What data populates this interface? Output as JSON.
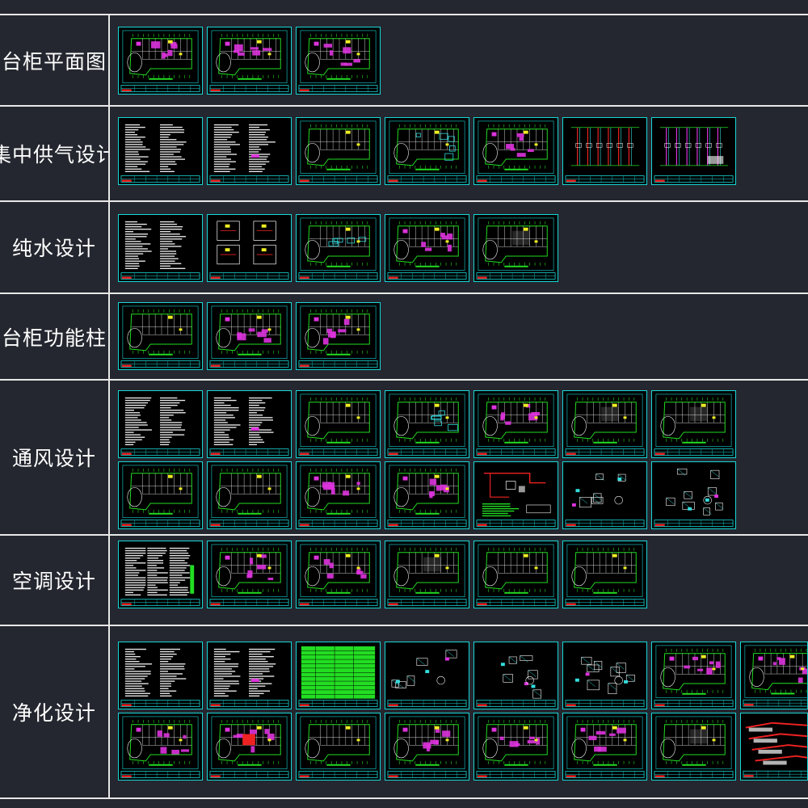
{
  "sections": [
    {
      "id": "taigui-pingmian",
      "label": "台柜平面图",
      "rows": [
        [
          "plan",
          "plan",
          "plan"
        ]
      ]
    },
    {
      "id": "jizhong-gongqi",
      "label": "集中供气设计",
      "rows": [
        [
          "notes",
          "notes2",
          "plan-light",
          "plan-cyan",
          "plan",
          "riser-red",
          "riser-color"
        ]
      ]
    },
    {
      "id": "chunshui",
      "label": "纯水设计",
      "rows": [
        [
          "notes",
          "diagram-boxes",
          "plan-cyan",
          "plan",
          "plan-shell"
        ]
      ]
    },
    {
      "id": "taigui-gongnengzhu",
      "label": "台柜功能柱",
      "rows": [
        [
          "plan-light",
          "plan",
          "plan"
        ]
      ]
    },
    {
      "id": "tongfeng",
      "label": "通风设计",
      "rows": [
        [
          "notes",
          "notes2",
          "plan-light",
          "plan-cyan",
          "plan",
          "plan-shell",
          "plan-shell"
        ],
        [
          "plan-light",
          "plan-light",
          "plan",
          "plan",
          "diagram-red",
          "detail",
          "detail-dense"
        ]
      ]
    },
    {
      "id": "kongtiao",
      "label": "空调设计",
      "rows": [
        [
          "notes3",
          "plan",
          "plan",
          "plan-shell",
          "plan-light",
          "plan-light"
        ]
      ]
    },
    {
      "id": "jinghua",
      "label": "净化设计",
      "rows": [
        [
          "notes",
          "notes2",
          "table-green",
          "detail",
          "detail",
          "detail-dense",
          "plan",
          "plan"
        ],
        [
          "plan",
          "plan-red",
          "plan-light",
          "plan",
          "plan",
          "plan",
          "plan-shell",
          "axon"
        ]
      ]
    }
  ],
  "colors": {
    "background": "#24272f",
    "divider": "#e8e8e8",
    "label": "#ffffff",
    "sheet_frame": "#19d7d7",
    "sheet_bg": "#000000",
    "cad_green": "#22dd22",
    "cad_magenta": "#dd33dd",
    "cad_yellow": "#eeee22",
    "cad_red": "#ee2222",
    "cad_white": "#ffffff",
    "cad_cyan": "#33dddd"
  }
}
